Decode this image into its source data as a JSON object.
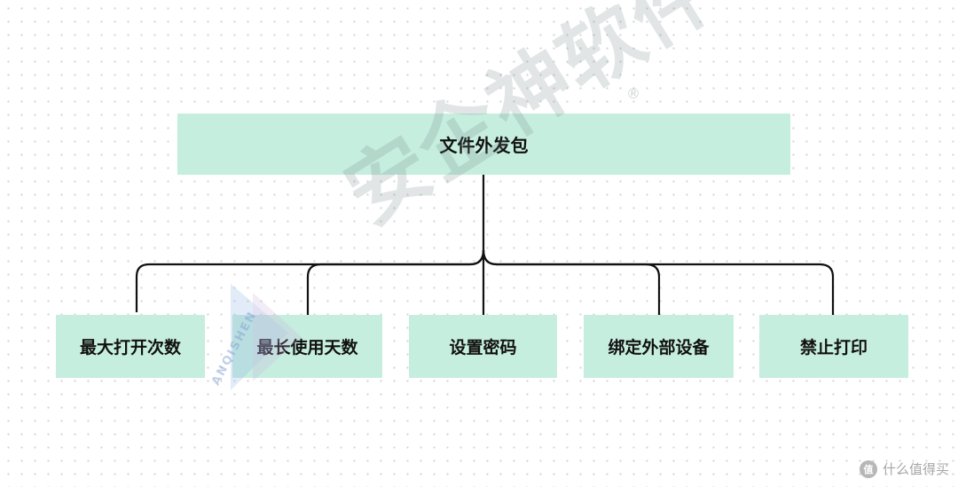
{
  "root": {
    "label": "文件外发包"
  },
  "children": [
    {
      "label": "最大打开次数"
    },
    {
      "label": "最长使用天数"
    },
    {
      "label": "设置密码"
    },
    {
      "label": "绑定外部设备"
    },
    {
      "label": "禁止打印"
    }
  ],
  "watermark": {
    "text": "安企神软件",
    "registered": "®",
    "logo_text": "ANQISHEN"
  },
  "corner_brand": {
    "badge": "值",
    "text": "什么值得买"
  },
  "colors": {
    "node_fill": "#c6eedf",
    "line": "#111111",
    "watermark": "#788787"
  }
}
